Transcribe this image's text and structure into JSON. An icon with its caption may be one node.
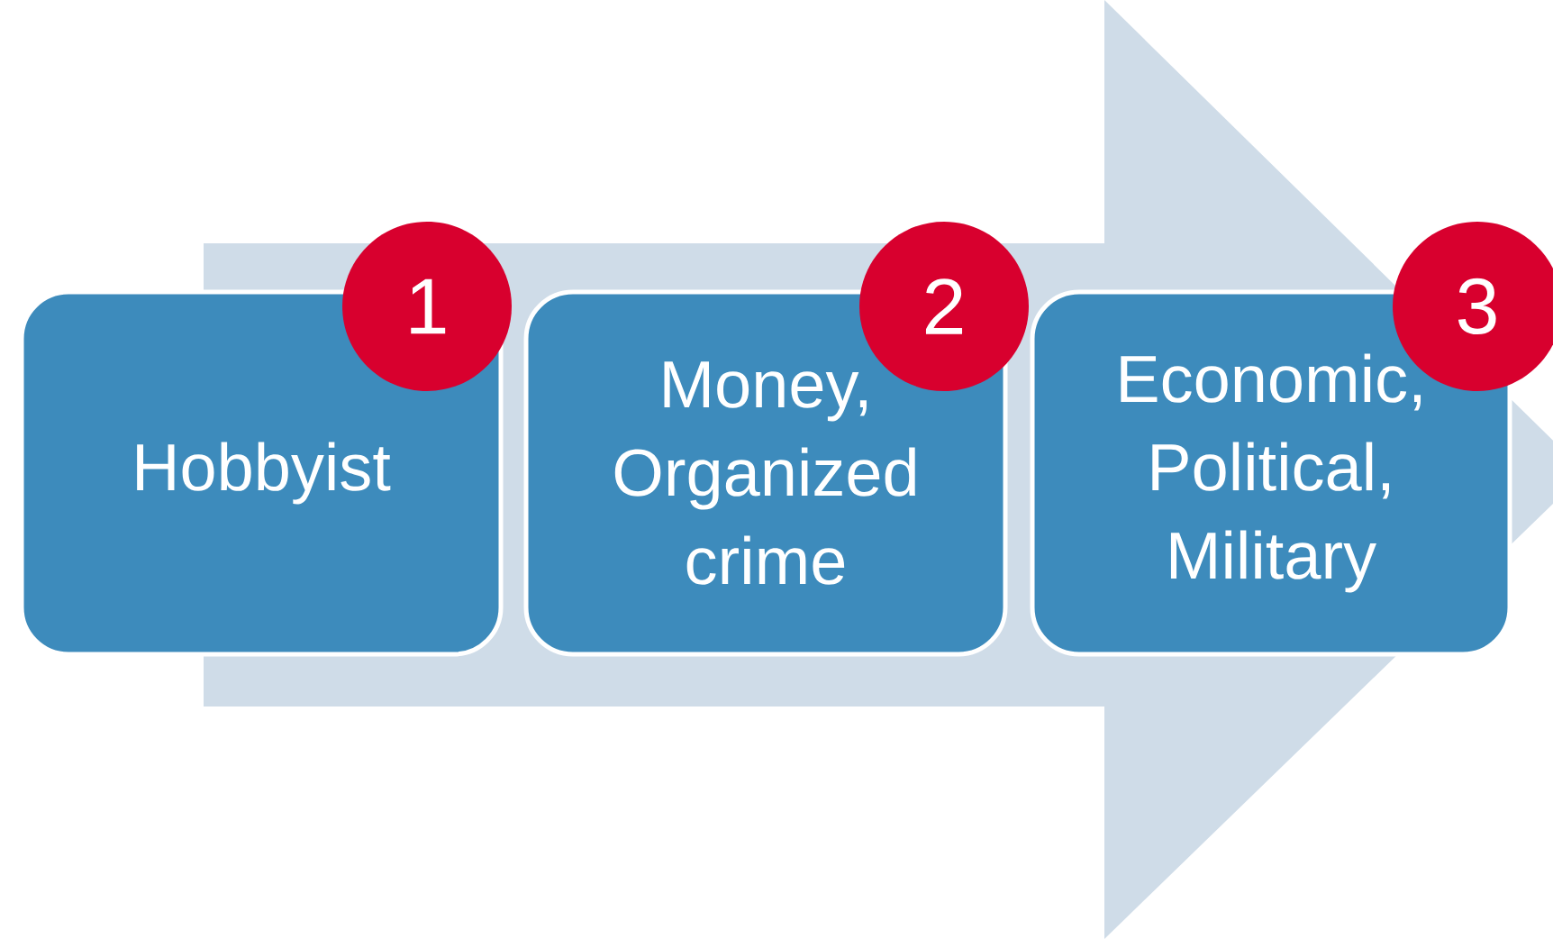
{
  "diagram": {
    "nodes": [
      {
        "text": [
          "Hobbyist"
        ]
      },
      {
        "text": [
          "Money, Organized crime"
        ]
      },
      {
        "text": [
          "Economic, Political, Military"
        ]
      }
    ],
    "labels": [
      "1",
      "2",
      "3"
    ]
  }
}
